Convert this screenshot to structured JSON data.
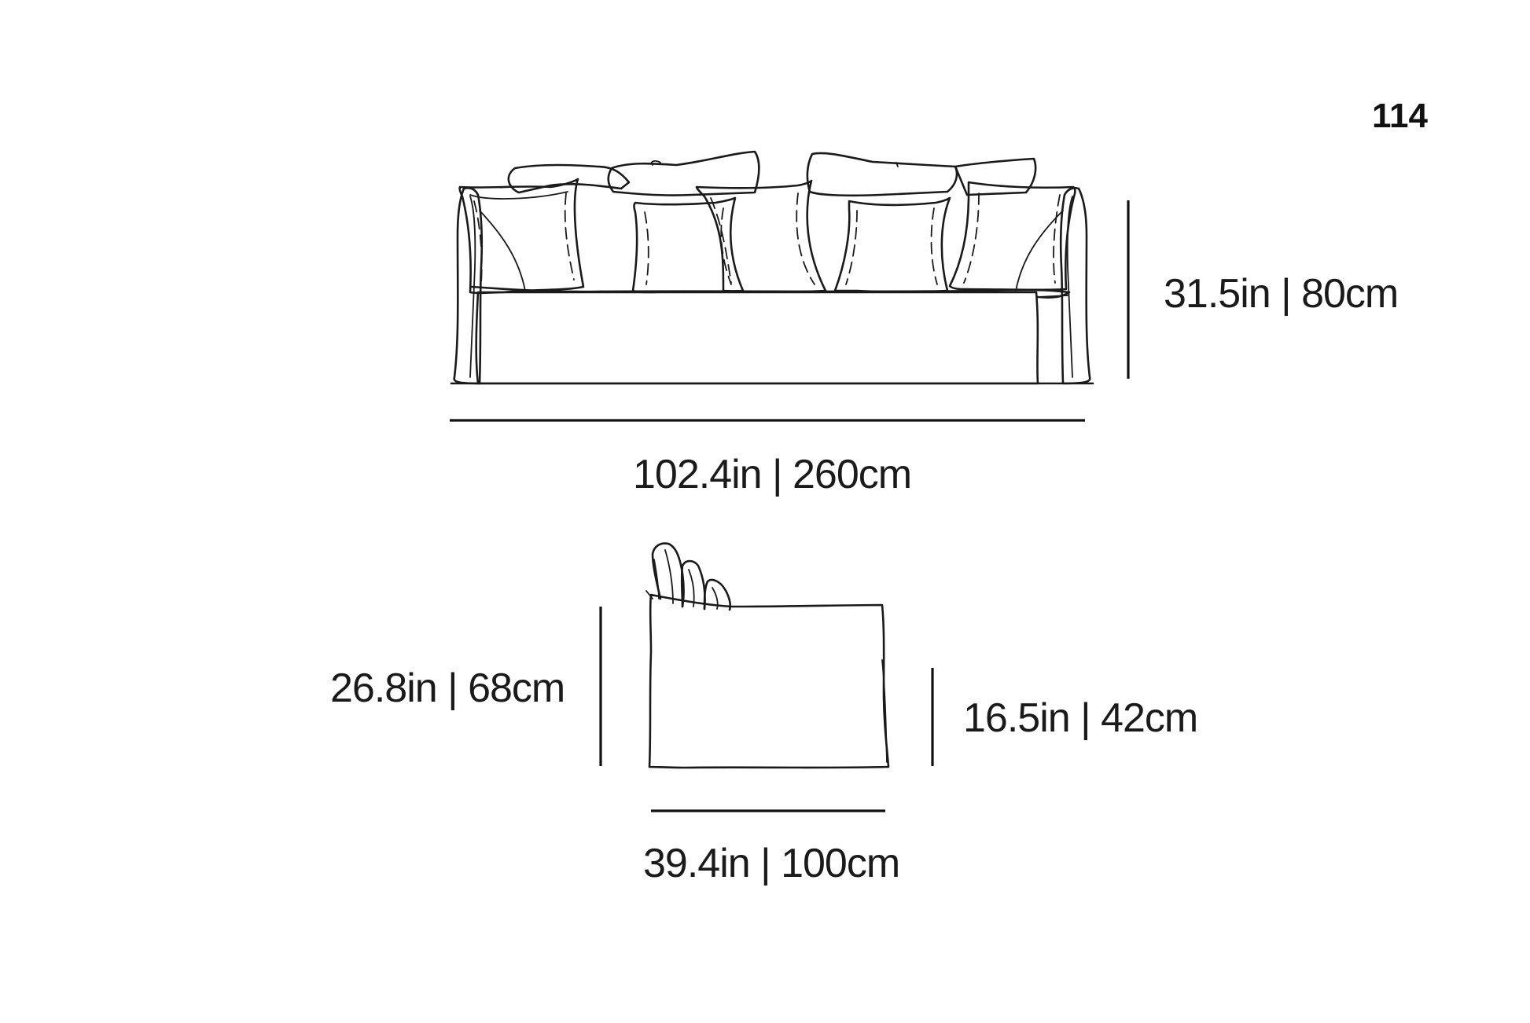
{
  "page_number": "114",
  "front_view": {
    "height_label": "31.5in | 80cm",
    "width_label": "102.4in | 260cm"
  },
  "side_view": {
    "total_height_label": "26.8in | 68cm",
    "seat_height_label": "16.5in | 42cm",
    "depth_label": "39.4in | 100cm"
  }
}
